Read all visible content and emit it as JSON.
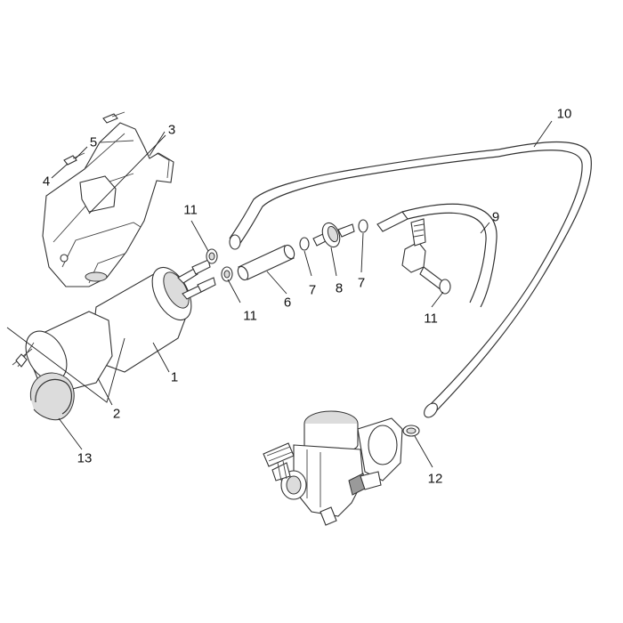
{
  "callouts": {
    "c1": "1",
    "c2": "2",
    "c3": "3",
    "c4": "4",
    "c5": "5",
    "c6": "6",
    "c7a": "7",
    "c7b": "7",
    "c8": "8",
    "c9": "9",
    "c10": "10",
    "c11a": "11",
    "c11b": "11",
    "c11c": "11",
    "c12": "12",
    "c13": "13"
  },
  "colors": {
    "line": "#333333",
    "fill_light": "#dcdcdc",
    "fill_dark": "#9a9a9a",
    "background": "#ffffff"
  }
}
